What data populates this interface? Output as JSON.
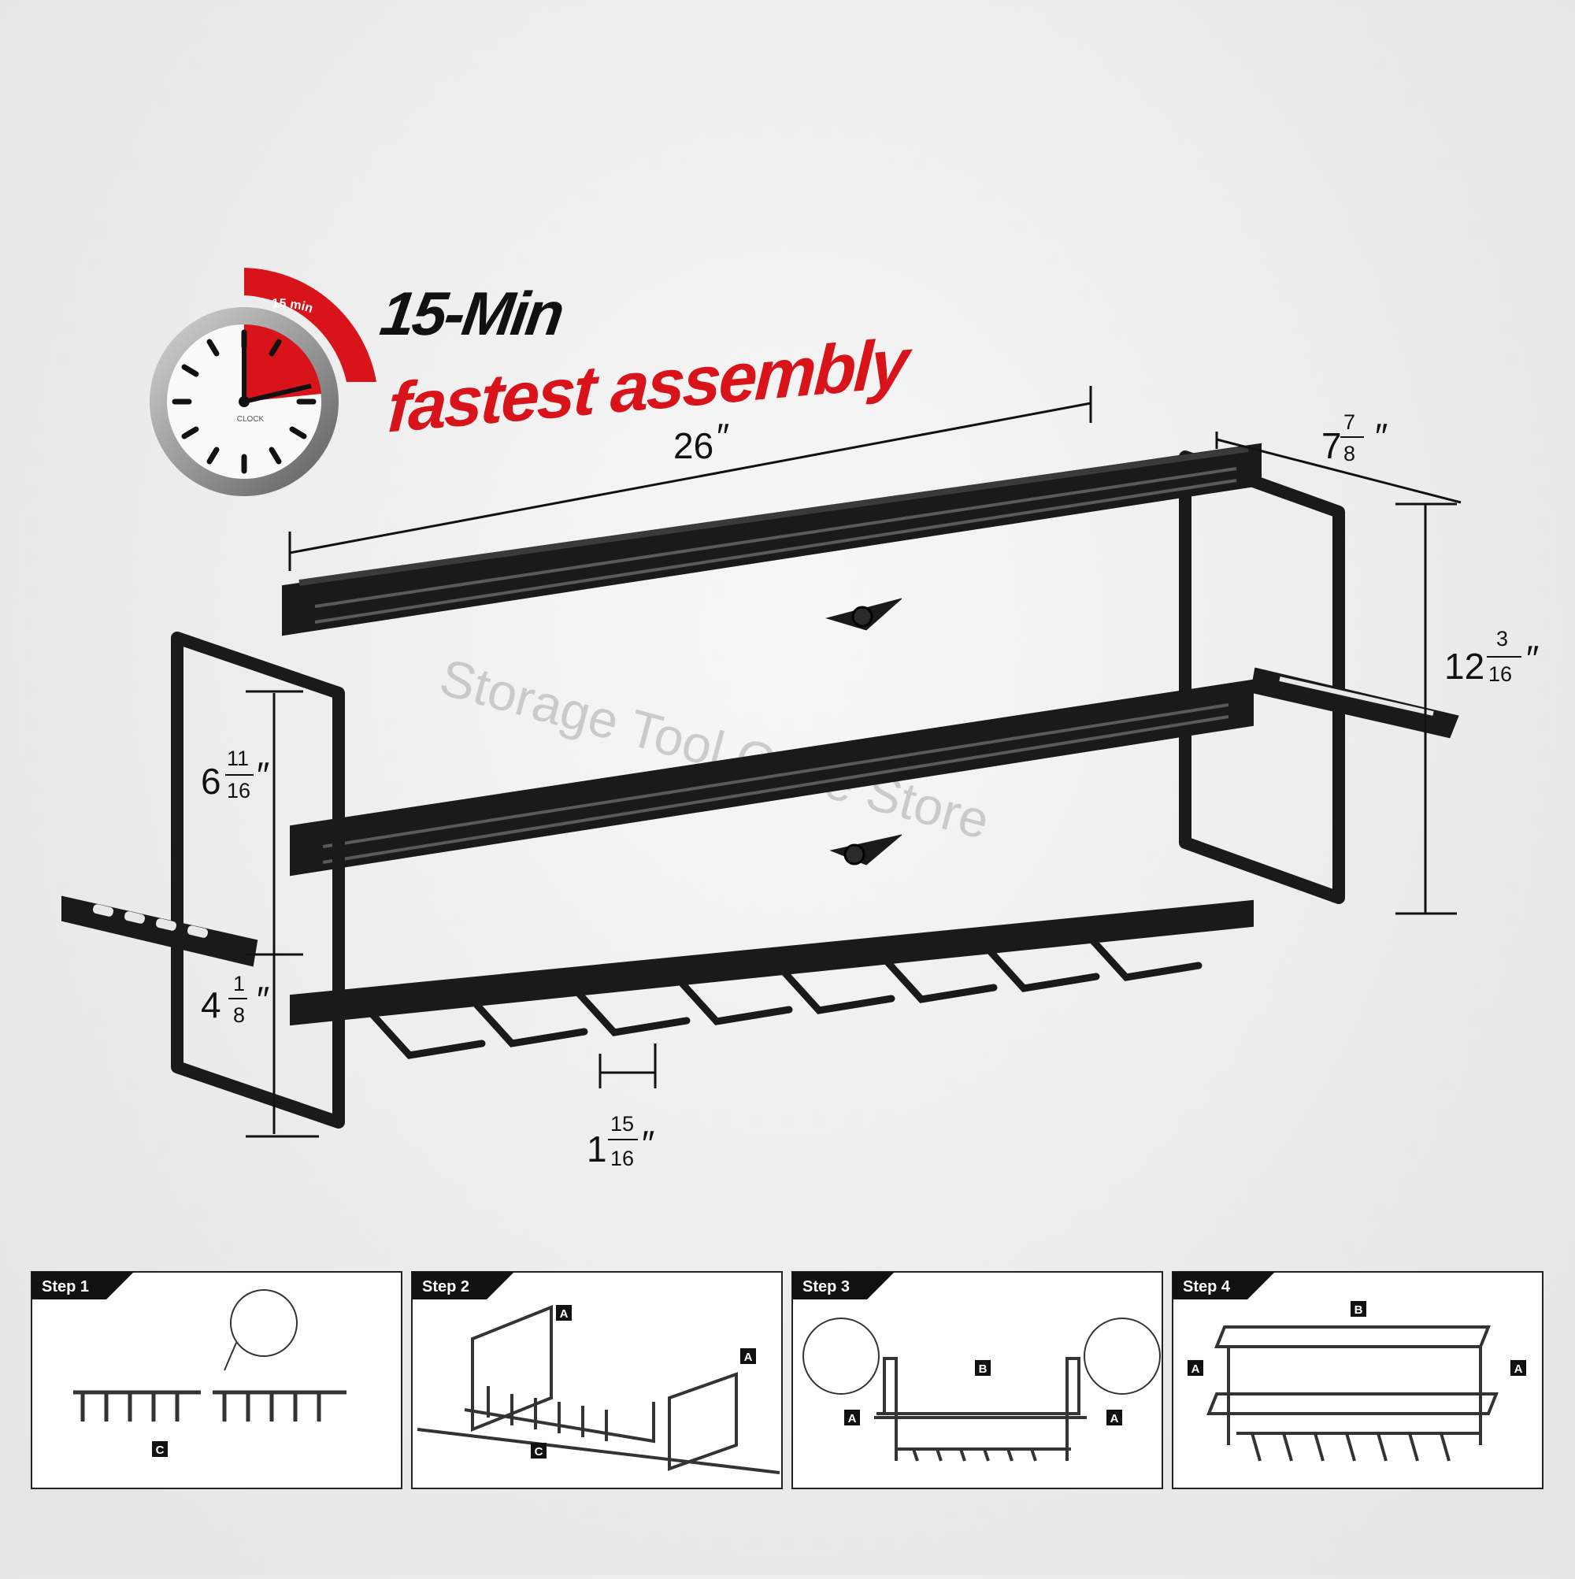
{
  "headline": {
    "line1": "15-Min",
    "line2": "fastest assembly"
  },
  "clock": {
    "arc_label": "15 min",
    "face_label": "CLOCK"
  },
  "watermark": "Storage Tool Case Store",
  "dimensions": {
    "width": {
      "whole": "26",
      "unit": "″"
    },
    "depth": {
      "whole": "7",
      "num": "7",
      "den": "8",
      "unit": "″"
    },
    "height": {
      "whole": "12",
      "num": "3",
      "den": "16",
      "unit": "″"
    },
    "shelf_gap": {
      "whole": "6",
      "num": "11",
      "den": "16",
      "unit": "″"
    },
    "bottom_gap": {
      "whole": "4",
      "num": "1",
      "den": "8",
      "unit": "″"
    },
    "slot_width": {
      "whole": "1",
      "num": "15",
      "den": "16",
      "unit": "″"
    }
  },
  "steps": [
    {
      "label": "Step 1",
      "tags": [
        "C"
      ]
    },
    {
      "label": "Step 2",
      "tags": [
        "A",
        "A",
        "C"
      ]
    },
    {
      "label": "Step 3",
      "tags": [
        "B",
        "A",
        "A"
      ]
    },
    {
      "label": "Step 4",
      "tags": [
        "B",
        "A",
        "A"
      ]
    }
  ],
  "colors": {
    "accent_red": "#d8141a",
    "rack_black": "#1a1a1a"
  }
}
